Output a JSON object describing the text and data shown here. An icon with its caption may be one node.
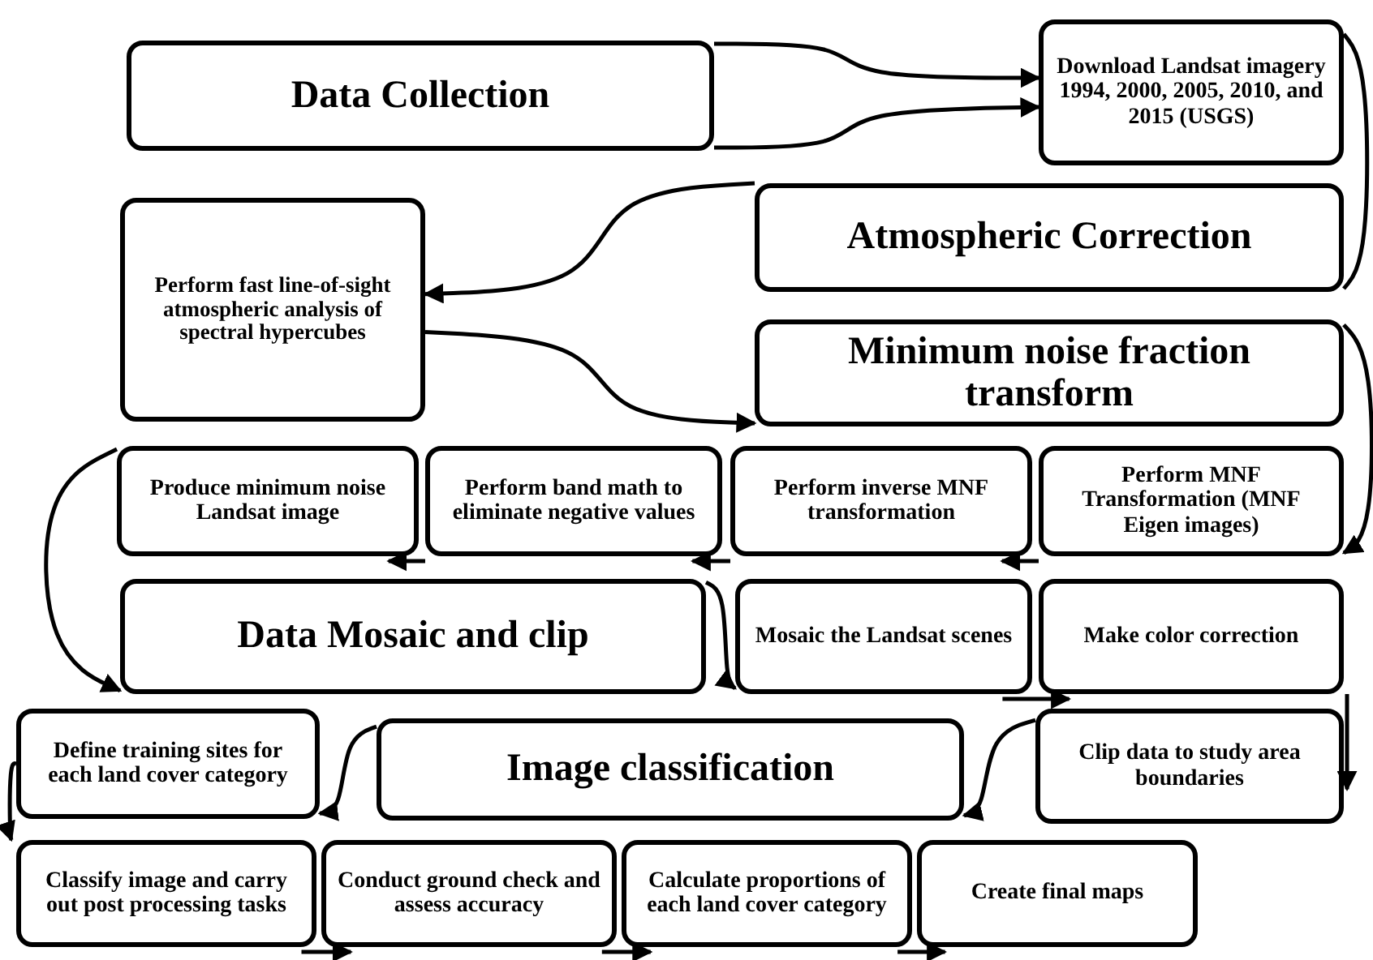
{
  "diagram": {
    "nodes": [
      {
        "text": [
          "Data Collection"
        ]
      },
      {
        "text": [
          "Download Landsat imagery 1994, 2000, 2005, 2010, and 2015 (USGS)"
        ]
      },
      {
        "text": [
          "Atmospheric Correction"
        ]
      },
      {
        "text": [
          "Perform fast line-of-sight atmospheric analysis of spectral hypercubes"
        ]
      },
      {
        "text": [
          "Minimum noise fraction transform"
        ]
      },
      {
        "text": [
          "Produce minimum noise Landsat image"
        ]
      },
      {
        "text": [
          "Perform band math to eliminate negative values"
        ]
      },
      {
        "text": [
          "Perform inverse MNF transformation"
        ]
      },
      {
        "text": [
          "Perform MNF Transformation (MNF Eigen images)"
        ]
      },
      {
        "text": [
          "Data Mosaic and clip"
        ]
      },
      {
        "text": [
          "Mosaic the Landsat scenes"
        ]
      },
      {
        "text": [
          "Make color correction"
        ]
      },
      {
        "text": [
          "Define training sites for each land cover category"
        ]
      },
      {
        "text": [
          "Image classification"
        ]
      },
      {
        "text": [
          "Clip data to study area boundaries"
        ]
      },
      {
        "text": [
          "Classify image and carry out post processing tasks"
        ]
      },
      {
        "text": [
          "Conduct ground check and assess accuracy"
        ]
      },
      {
        "text": [
          "Calculate proportions of each land cover category"
        ]
      },
      {
        "text": [
          "Create final maps"
        ]
      }
    ],
    "edges": [
      {
        "from": 0,
        "to": 1,
        "arrow": "to"
      },
      {
        "from": 0,
        "to": 1,
        "arrow": "to"
      },
      {
        "from": 1,
        "to": 2,
        "arrow": "none"
      },
      {
        "from": 2,
        "to": 3,
        "arrow": "to"
      },
      {
        "from": 3,
        "to": 4,
        "arrow": "to"
      },
      {
        "from": 4,
        "to": 8,
        "arrow": "to"
      },
      {
        "from": 8,
        "to": 7,
        "arrow": "to"
      },
      {
        "from": 7,
        "to": 6,
        "arrow": "to"
      },
      {
        "from": 6,
        "to": 5,
        "arrow": "to"
      },
      {
        "from": 5,
        "to": 9,
        "arrow": "to"
      },
      {
        "from": 9,
        "to": 10,
        "arrow": "to"
      },
      {
        "from": 10,
        "to": 11,
        "arrow": "to"
      },
      {
        "from": 11,
        "to": 14,
        "arrow": "to"
      },
      {
        "from": 14,
        "to": 13,
        "arrow": "to"
      },
      {
        "from": 13,
        "to": 12,
        "arrow": "to"
      },
      {
        "from": 12,
        "to": 15,
        "arrow": "to"
      },
      {
        "from": 15,
        "to": 16,
        "arrow": "to"
      },
      {
        "from": 16,
        "to": 17,
        "arrow": "to"
      },
      {
        "from": 17,
        "to": 18,
        "arrow": "to"
      }
    ]
  }
}
